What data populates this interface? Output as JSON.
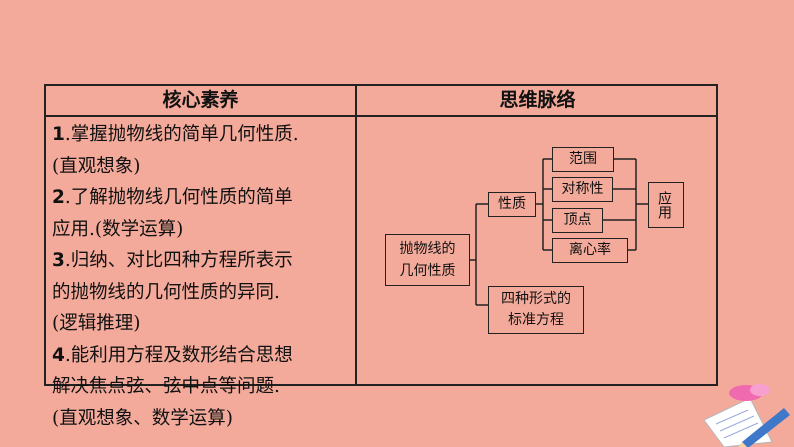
{
  "table": {
    "left_header": "核心素养",
    "right_header": "思维脉络",
    "lines": [
      {
        "num": "1",
        "text": ".掌握抛物线的简单几何性质."
      },
      {
        "num": "",
        "text": "(直观想象)"
      },
      {
        "num": "2",
        "text": ".了解抛物线几何性质的简单"
      },
      {
        "num": "",
        "text": "应用.(数学运算)"
      },
      {
        "num": "3",
        "text": ".归纳、对比四种方程所表示"
      },
      {
        "num": "",
        "text": "的抛物线的几何性质的异同."
      },
      {
        "num": "",
        "text": "(逻辑推理)"
      },
      {
        "num": "4",
        "text": ".能利用方程及数形结合思想"
      },
      {
        "num": "",
        "text": "解决焦点弦、弦中点等问题."
      },
      {
        "num": "",
        "text": "(直观想象、数学运算)"
      }
    ]
  },
  "mindmap": {
    "root": [
      "抛物线的",
      "几何性质"
    ],
    "properties": "性质",
    "forms": [
      "四种形式的",
      "标准方程"
    ],
    "items": [
      "范围",
      "对称性",
      "顶点",
      "离心率"
    ],
    "application": "应用"
  }
}
